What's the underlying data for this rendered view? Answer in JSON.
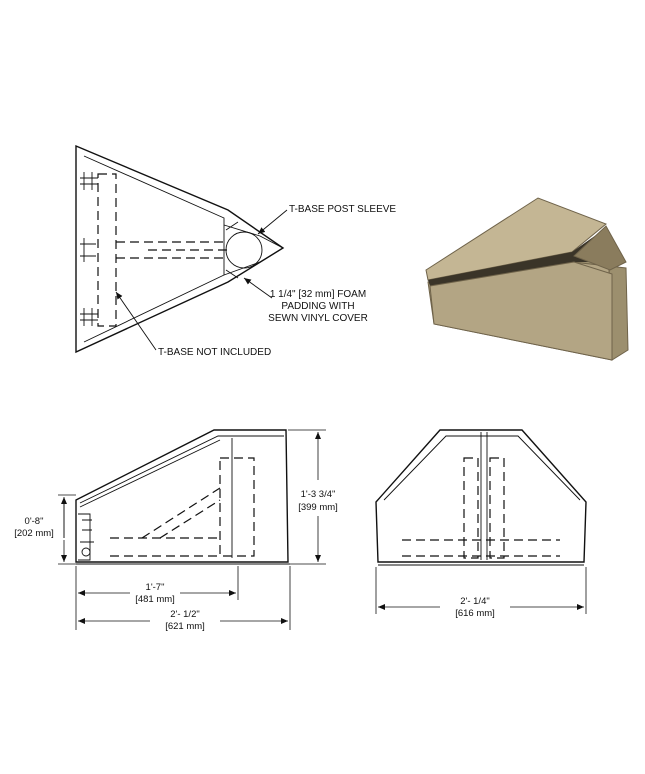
{
  "callouts": {
    "post_sleeve": "T-BASE POST SLEEVE",
    "foam_line1": "1 1/4\" [32 mm] FOAM",
    "foam_line2": "PADDING WITH",
    "foam_line3": "SEWN VINYL COVER",
    "tbase": "T-BASE NOT INCLUDED"
  },
  "dimensions": {
    "height_small": "0'-8\"",
    "height_small_mm": "[202 mm]",
    "height_total": "1'-3 3/4\"",
    "height_total_mm": "[399 mm]",
    "depth_inner": "1'-7\"",
    "depth_inner_mm": "[481 mm]",
    "depth_total": "2'- 1/2\"",
    "depth_total_mm": "[621 mm]",
    "width_total": "2'- 1/4\"",
    "width_total_mm": "[616 mm]"
  },
  "colors": {
    "pad_face": "#b3a584",
    "pad_top": "#c4b694",
    "pad_dark": "#8a7c5d",
    "pad_edge": "#6f634a"
  }
}
